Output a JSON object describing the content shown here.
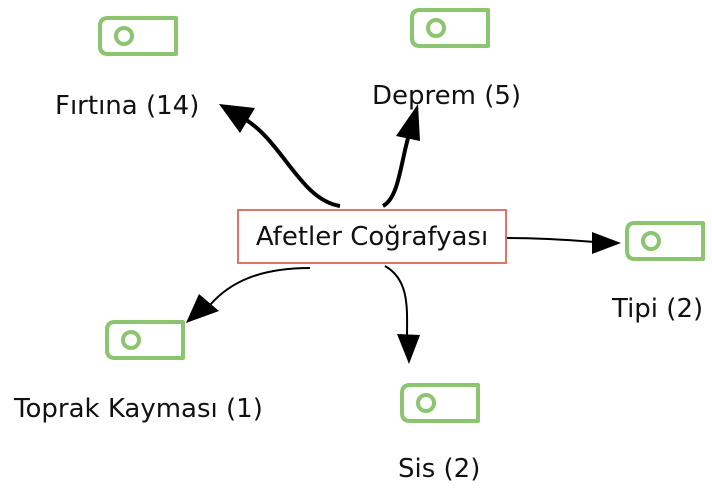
{
  "colors": {
    "node_border": "#d9786a",
    "tag_green": "#8cc56f",
    "arrow": "#000000",
    "text": "#111111"
  },
  "central": {
    "label": "Afetler Coğrafyası"
  },
  "topics": [
    {
      "id": "firtina",
      "label": "Fırtına (14)",
      "icon": "tag-icon"
    },
    {
      "id": "deprem",
      "label": "Deprem (5)",
      "icon": "tag-icon"
    },
    {
      "id": "tipi",
      "label": "Tipi (2)",
      "icon": "tag-icon"
    },
    {
      "id": "toprak-kaymasi",
      "label": "Toprak Kayması (1)",
      "icon": "tag-icon"
    },
    {
      "id": "sis",
      "label": "Sis (2)",
      "icon": "tag-icon"
    }
  ]
}
